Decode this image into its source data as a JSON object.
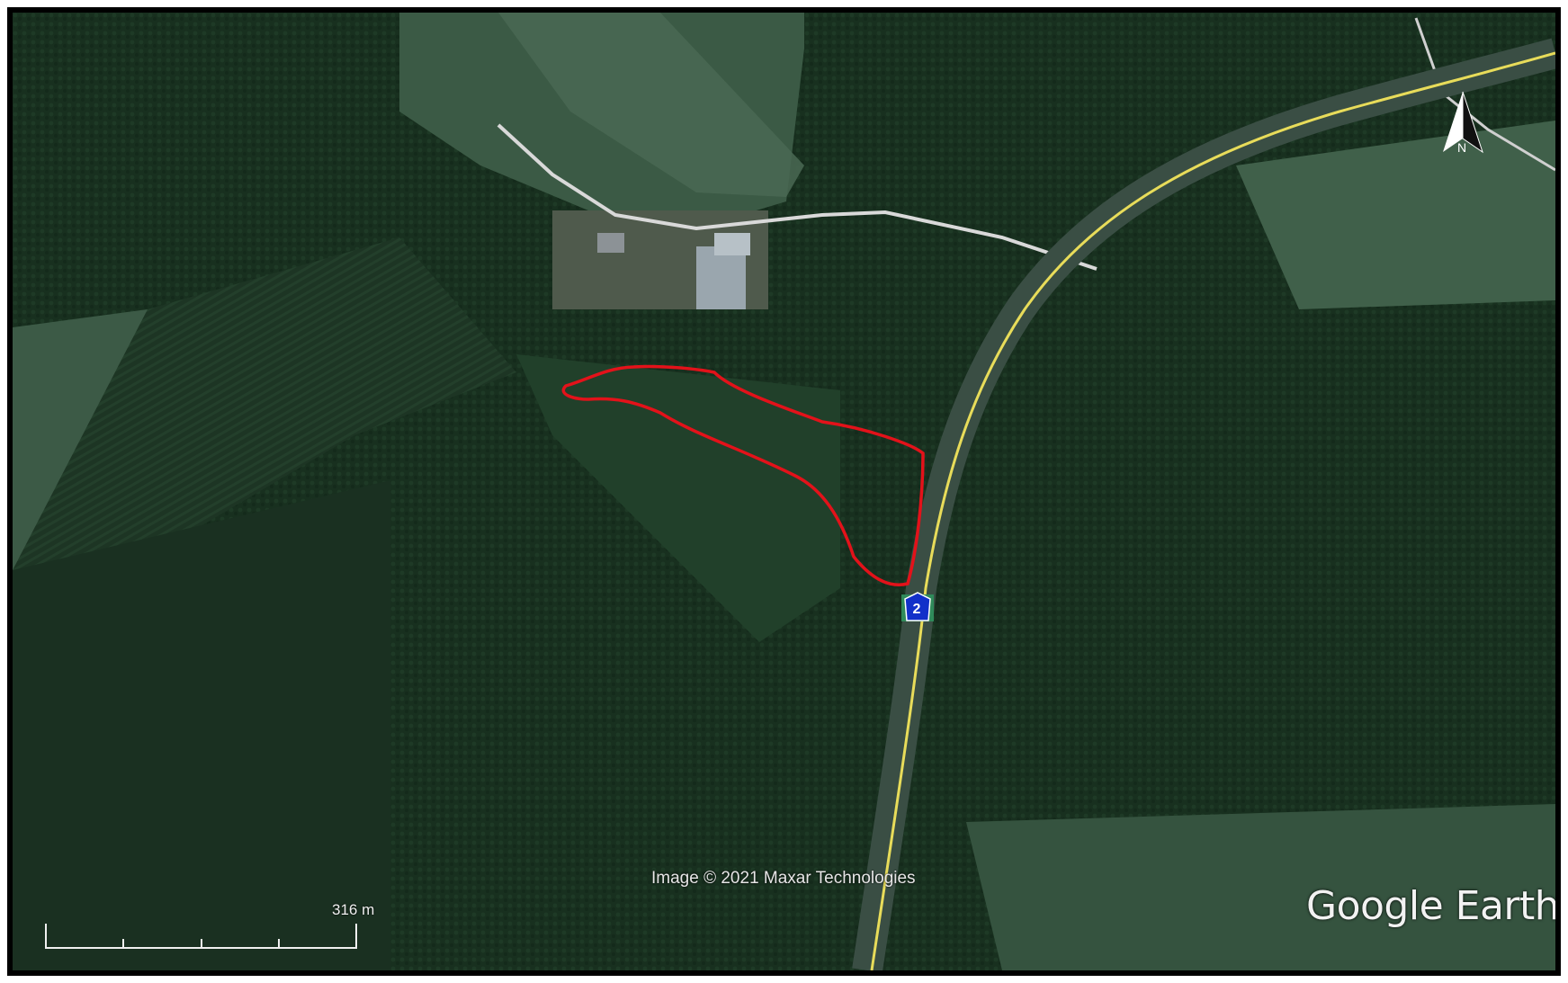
{
  "map": {
    "credit": "Image © 2021 Maxar Technologies",
    "brand": "Google Earth",
    "scale_label": "316 m",
    "north_label": "N",
    "route_shield": "2",
    "colors": {
      "forest_dark": "#15271a",
      "forest_mid": "#1f3a27",
      "field_light": "#4a6553",
      "road_yellow": "#e8dc5a",
      "road_white": "#d9d9d9",
      "boundary_red": "#e3121a",
      "shield_blue": "#1230c9"
    }
  }
}
